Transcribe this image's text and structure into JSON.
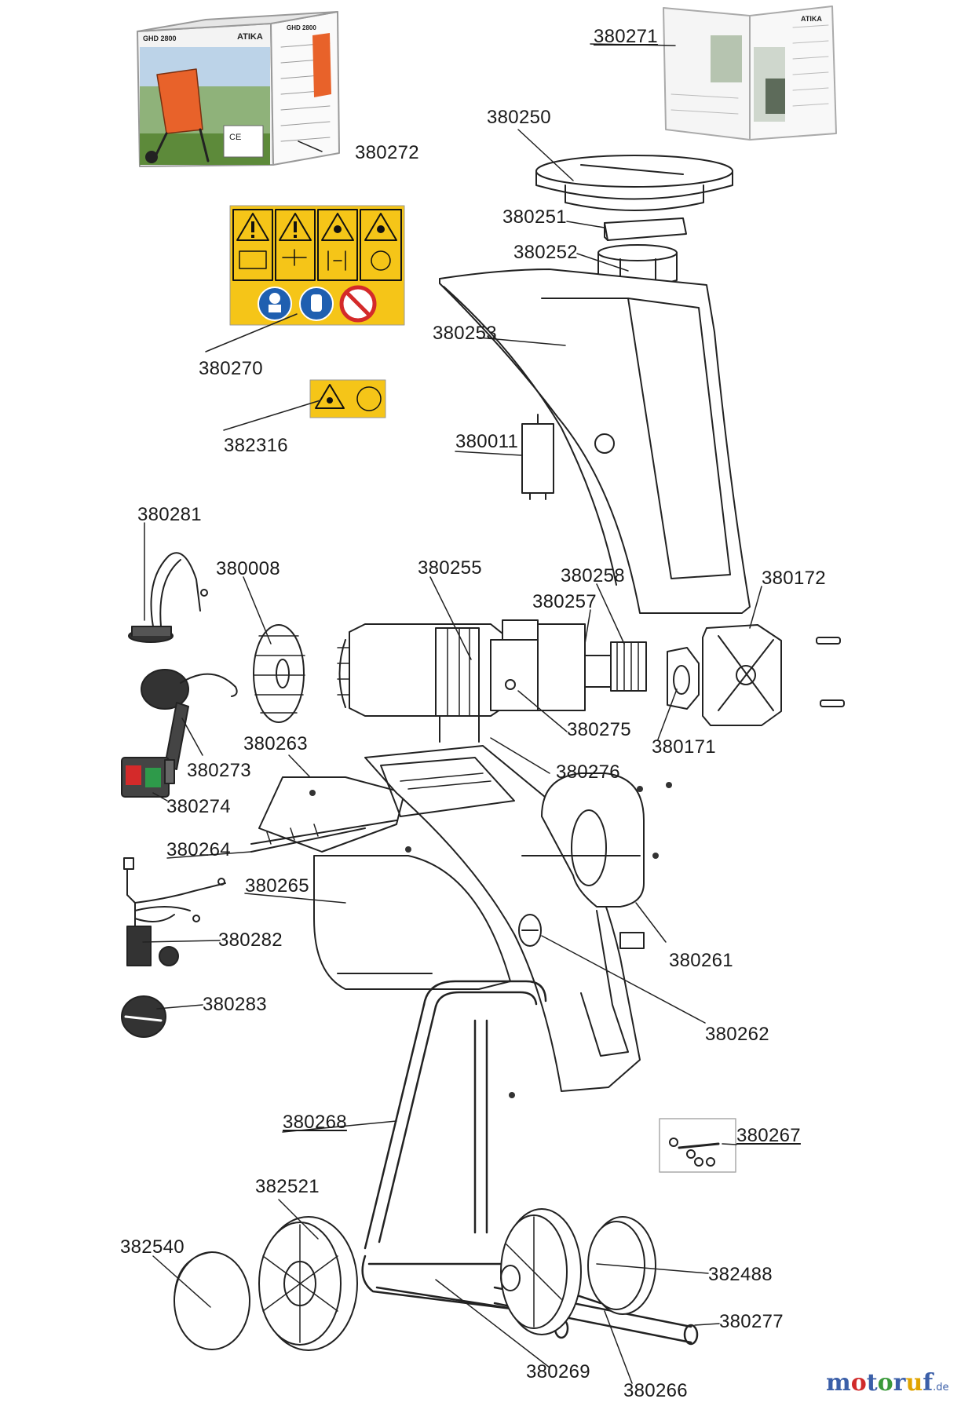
{
  "diagram": {
    "part_numbers": [
      "380272",
      "380271",
      "380250",
      "380251",
      "380252",
      "380253",
      "380270",
      "382316",
      "380011",
      "380281",
      "380008",
      "380255",
      "380258",
      "380257",
      "380172",
      "380273",
      "380263",
      "380275",
      "380171",
      "380276",
      "380274",
      "380264",
      "380265",
      "380282",
      "380261",
      "380283",
      "380262",
      "380268",
      "380267",
      "382521",
      "382540",
      "382488",
      "380277",
      "380269",
      "380266"
    ]
  },
  "manual_cover": {
    "title_left": "GHD 2800",
    "brand": "ATIKA",
    "back_title": "GHD 2800",
    "ce_mark": "CE"
  },
  "manual_open": {
    "brand": "ATIKA"
  },
  "watermark": {
    "name": "motoruf",
    "tld": ".de"
  },
  "colors": {
    "label_yellow": "#f5c518",
    "warning_triangle": "#f5c518",
    "mandatory_blue": "#1f5fb0",
    "prohibition_red": "#d42a2a",
    "housing_orange": "#e8622a",
    "line": "#222222"
  },
  "icons": {
    "warning_label": [
      "warning-triangle-icon",
      "warning-triangle-icon",
      "warning-hand-icon",
      "warning-blade-icon",
      "manual-icon",
      "electric-icon",
      "distance-icon",
      "blade-hand-icon",
      "ear-eye-protection-icon",
      "gloves-icon",
      "no-rain-icon"
    ],
    "small_label": [
      "warning-hand-icon",
      "blade-hand-icon"
    ]
  }
}
